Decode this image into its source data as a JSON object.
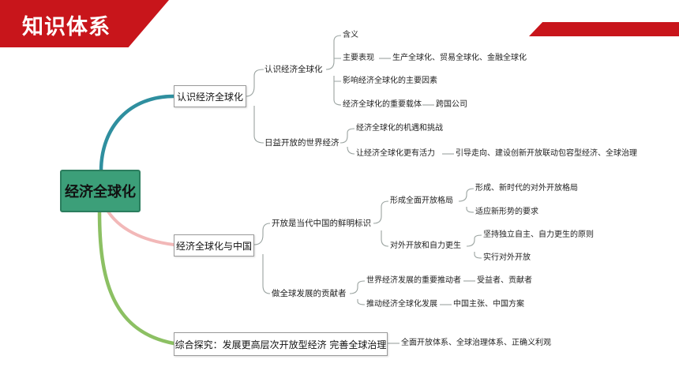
{
  "header": {
    "title": "知识体系"
  },
  "root": {
    "label": "经济全球化"
  },
  "branches": [
    {
      "label": "认识经济全球化",
      "children": [
        {
          "label": "认识经济全球化",
          "children": [
            {
              "label": "含义"
            },
            {
              "label": "主要表现",
              "detail": "生产全球化、贸易全球化、金融全球化"
            },
            {
              "label": "影响经济全球化的主要因素"
            },
            {
              "label": "经济全球化的重要载体",
              "detail": "跨国公司"
            }
          ]
        },
        {
          "label": "日益开放的世界经济",
          "children": [
            {
              "label": "经济全球化的机遇和挑战"
            },
            {
              "label": "让经济全球化更有活力",
              "detail": "引导走向、建设创新开放联动包容型经济、全球治理"
            }
          ]
        }
      ]
    },
    {
      "label": "经济全球化与中国",
      "children": [
        {
          "label": "开放是当代中国的鲜明标识",
          "children": [
            {
              "label": "形成全面开放格局",
              "items": [
                "形成、新时代的对外开放格局",
                "适应新形势的要求"
              ]
            },
            {
              "label": "对外开放和自力更生",
              "items": [
                "坚持独立自主、自力更生的原则",
                "实行对外开放"
              ]
            }
          ]
        },
        {
          "label": "做全球发展的贡献者",
          "children": [
            {
              "label": "世界经济发展的重要推动者",
              "detail": "受益者、贡献者"
            },
            {
              "label": "推动经济全球化发展",
              "detail": "中国主张、中国方案"
            }
          ]
        }
      ]
    },
    {
      "label": "综合探究：发展更高层次开放型经济 完善全球治理",
      "detail": "全面开放体系、全球治理体系、正确义利观"
    }
  ],
  "colors": {
    "brand_red": "#c8151b",
    "root_green": "#3c9f79",
    "branch1_teal": "#2f8f9f",
    "branch2_pink": "#f2b8b8",
    "branch3_green": "#8cc063",
    "connector_gray": "#9aa3a0"
  }
}
